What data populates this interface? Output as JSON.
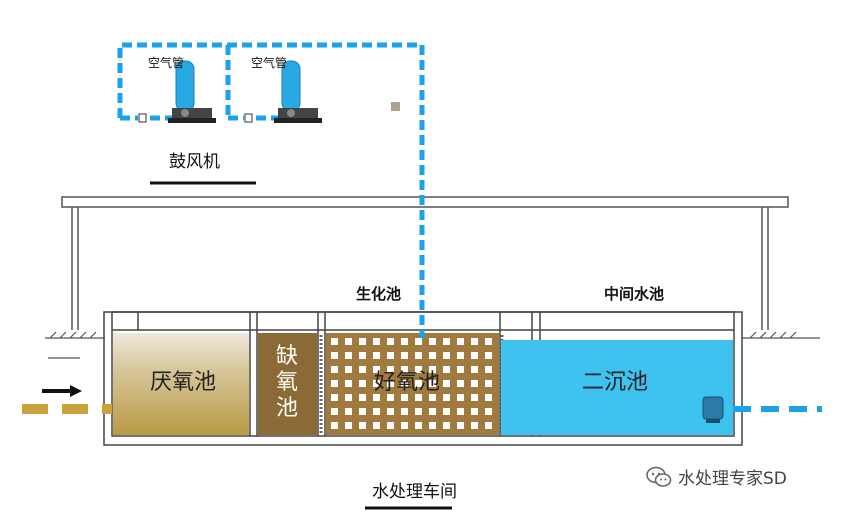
{
  "blower_label": "鼓风机",
  "air_tank_labels": [
    "空气管",
    "空气管"
  ],
  "process_group_label": "生化池",
  "intermediate_pool_label": "中间水池",
  "tanks": {
    "anaerobic": "厌氧池",
    "anoxic": "缺氧池",
    "aerobic": "好氧池",
    "secondary_clarifier": "二沉池"
  },
  "building_label": "水处理车间",
  "watermark": "水处理专家SD",
  "colors": {
    "air_pipe": "#1aa3e8",
    "anaerobic": "#b99a45",
    "anoxic": "#8c6a35",
    "aerobic": "#a07a3e",
    "clarifier": "#3ec2ef",
    "influent_pipe": "#c8a33c"
  },
  "icons": [
    "blower-icon",
    "pump-icon",
    "influent-arrow-icon",
    "wechat-icon"
  ]
}
